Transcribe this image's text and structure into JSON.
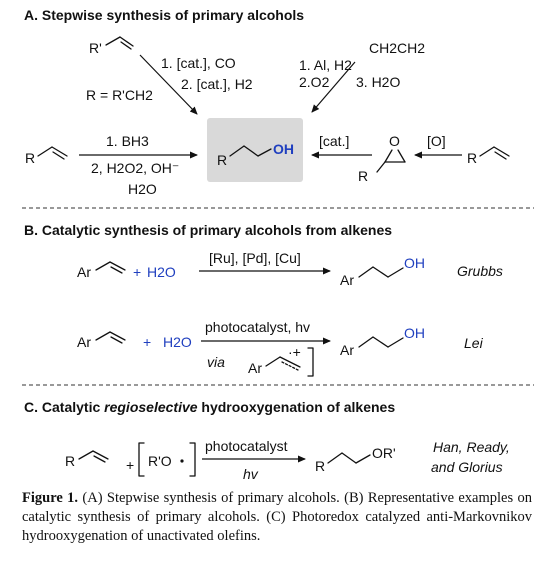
{
  "section_a": {
    "title": "A. Stepwise synthesis of primary alcohols",
    "r_prime": "R'",
    "r_def": "R = R'CH2",
    "hydroformylation": {
      "step1": "1. [cat.], CO",
      "step2": "2. [cat.], H2"
    },
    "hydroalumination": {
      "reagent": "CH2CH2",
      "step1": "1. Al, H2",
      "step2": "2.O2",
      "step3": "3. H2O"
    },
    "hydroboration": {
      "step1": "1. BH3",
      "step2": "2, H2O2, OH⁻",
      "step3": "H2O"
    },
    "product": {
      "r": "R",
      "oh": "OH"
    },
    "epoxide_route": {
      "cat": "[cat.]",
      "oxidant": "[O]",
      "epoxide_o": "O",
      "epoxide_r": "R",
      "alkene_r": "R"
    },
    "left_alkene_r": "R"
  },
  "section_b": {
    "title": "B. Catalytic synthesis of primary alcohols from alkenes",
    "row1": {
      "ar": "Ar",
      "plus": "+",
      "water": "H2O",
      "conditions": "[Ru], [Pd], [Cu]",
      "product_ar": "Ar",
      "product_oh": "OH",
      "authors": "Grubbs"
    },
    "row2": {
      "ar": "Ar",
      "plus": "+",
      "water": "H2O",
      "conditions": "photocatalyst, hv",
      "via": "via",
      "intermediate_ar": "Ar",
      "radical_cation": "·+",
      "product_ar": "Ar",
      "product_oh": "OH",
      "authors": "Lei"
    }
  },
  "section_c": {
    "title_pre": "C. Catalytic ",
    "title_em": "regioselective",
    "title_post": " hydrooxygenation of alkenes",
    "r": "R",
    "plus": "+",
    "radical": "R'O",
    "conditions_top": "photocatalyst",
    "conditions_bottom": "hv",
    "product_r": "R",
    "product_or": "OR'",
    "authors_line1": "Han, Ready,",
    "authors_line2": "and Glorius"
  },
  "caption": {
    "lead": "Figure 1.",
    "text": " (A) Stepwise synthesis of primary alcohols. (B) Representative examples on catalytic synthesis of primary alcohols. (C) Photoredox catalyzed anti-Markovnikov hydrooxygenation of unactivated olefins."
  }
}
